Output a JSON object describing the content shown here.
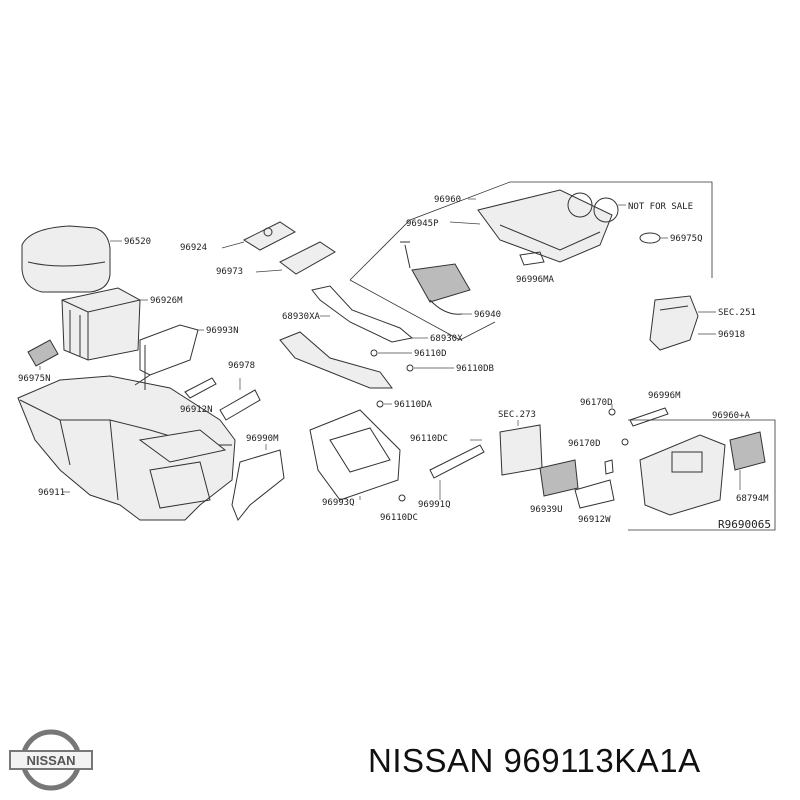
{
  "parts": {
    "p96960": "96960",
    "p96945P": "96945P",
    "not_for_sale": "NOT FOR SALE",
    "p96975Q": "96975Q",
    "p96996MA": "96996MA",
    "p96940": "96940",
    "p96520": "96520",
    "p96924": "96924",
    "p96973": "96973",
    "p96926M": "96926M",
    "p96993N": "96993N",
    "p68930XA": "68930XA",
    "p68930X": "68930X",
    "p96110D": "96110D",
    "p96110DB": "96110DB",
    "sec251": "SEC.251",
    "p96918": "96918",
    "p96975N": "96975N",
    "p96978": "96978",
    "p96912N": "96912N",
    "p96110DA": "96110DA",
    "sec273": "SEC.273",
    "p96170D_top": "96170D",
    "p96996M": "96996M",
    "p96960A": "96960+A",
    "p96110DC_mid": "96110DC",
    "p96170D_bot": "96170D",
    "p96990M": "96990M",
    "p96911": "96911",
    "p96993Q": "96993Q",
    "p96991Q": "96991Q",
    "p96939U": "96939U",
    "p96912W": "96912W",
    "p68794M": "68794M",
    "p96110DC_bot": "96110DC",
    "ref": "R9690065"
  },
  "footer": {
    "brand_logo_text": "NISSAN",
    "part_number": "NISSAN 969113KA1A"
  }
}
